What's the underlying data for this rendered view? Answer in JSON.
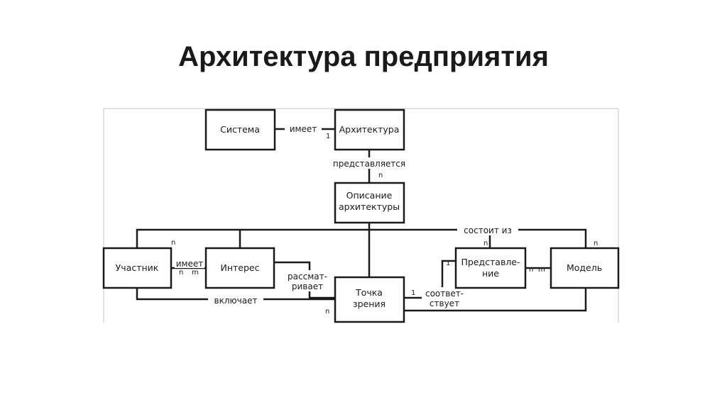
{
  "slide": {
    "title": "Архитектура предприятия"
  },
  "nodes": {
    "system": [
      "Система"
    ],
    "architecture": [
      "Архитектура"
    ],
    "description": [
      "Описание",
      "архитектуры"
    ],
    "participant": [
      "Участник"
    ],
    "interest": [
      "Интерес"
    ],
    "viewpoint": [
      "Точка",
      "зрения"
    ],
    "view": [
      "Представле-",
      "ние"
    ],
    "model": [
      "Модель"
    ]
  },
  "edges": {
    "has_arch": "имеет",
    "represented": "представляется",
    "consists_of": "состоит из",
    "has_interest": "имеет",
    "considers": [
      "рассмат-",
      "ривает"
    ],
    "includes": "включает",
    "corresponds": [
      "соответ-",
      "ствует"
    ]
  },
  "multiplicity": {
    "has_arch_arch": "1",
    "represented_desc": "n",
    "participant_top": "n",
    "has_interest_left": "n",
    "has_interest_right": "m",
    "viewpoint_left": "n",
    "viewpoint_right": "1",
    "view_top": "n",
    "view_left": "1",
    "view_right": "n",
    "model_left": "m",
    "model_top": "n"
  }
}
